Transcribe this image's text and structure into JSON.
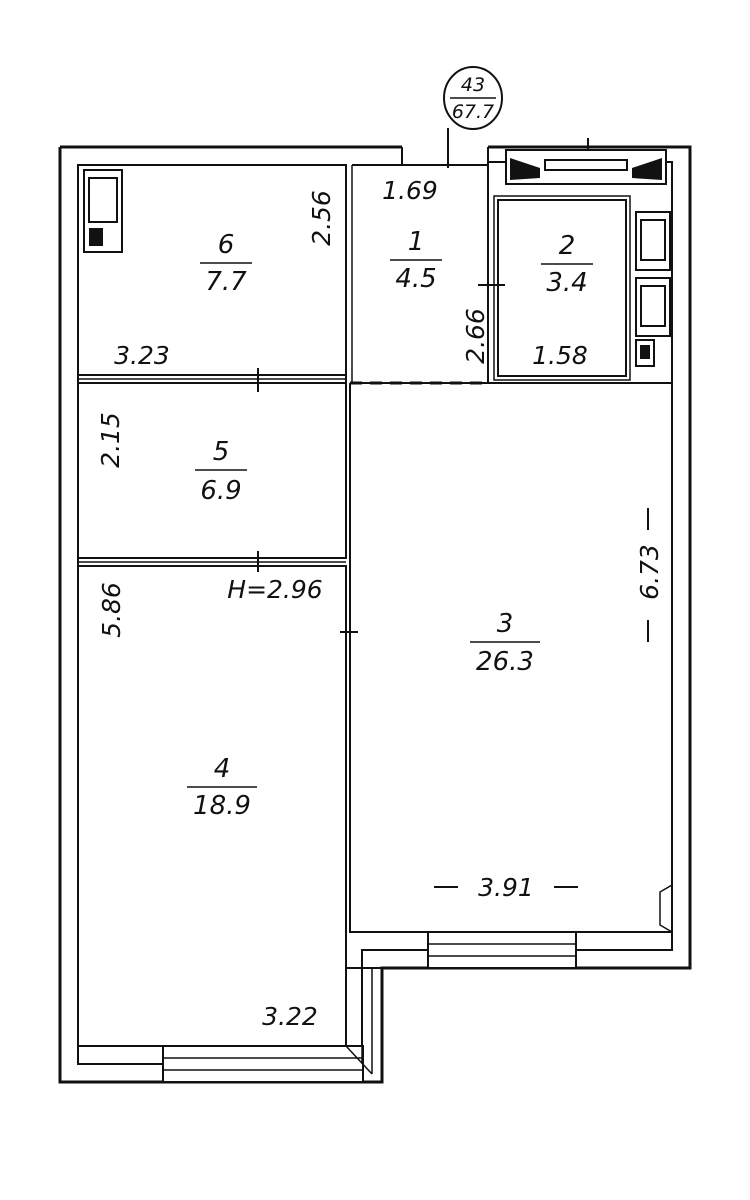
{
  "apartment": {
    "number": "43",
    "total_area": "67.7"
  },
  "rooms": [
    {
      "id": "1",
      "number": "1",
      "area": "4.5"
    },
    {
      "id": "2",
      "number": "2",
      "area": "3.4"
    },
    {
      "id": "3",
      "number": "3",
      "area": "26.3"
    },
    {
      "id": "4",
      "number": "4",
      "area": "18.9"
    },
    {
      "id": "5",
      "number": "5",
      "area": "6.9"
    },
    {
      "id": "6",
      "number": "6",
      "area": "7.7"
    }
  ],
  "dimensions": {
    "room6_height": "2.56",
    "room6_width": "3.23",
    "room1_width": "1.69",
    "room1_height": "2.66",
    "room2_width": "1.58",
    "room5_height": "2.15",
    "ceiling_height": "H=2.96",
    "room4_height": "5.86",
    "room4_width": "3.22",
    "room3_height": "6.73",
    "room3_width": "3.91"
  }
}
